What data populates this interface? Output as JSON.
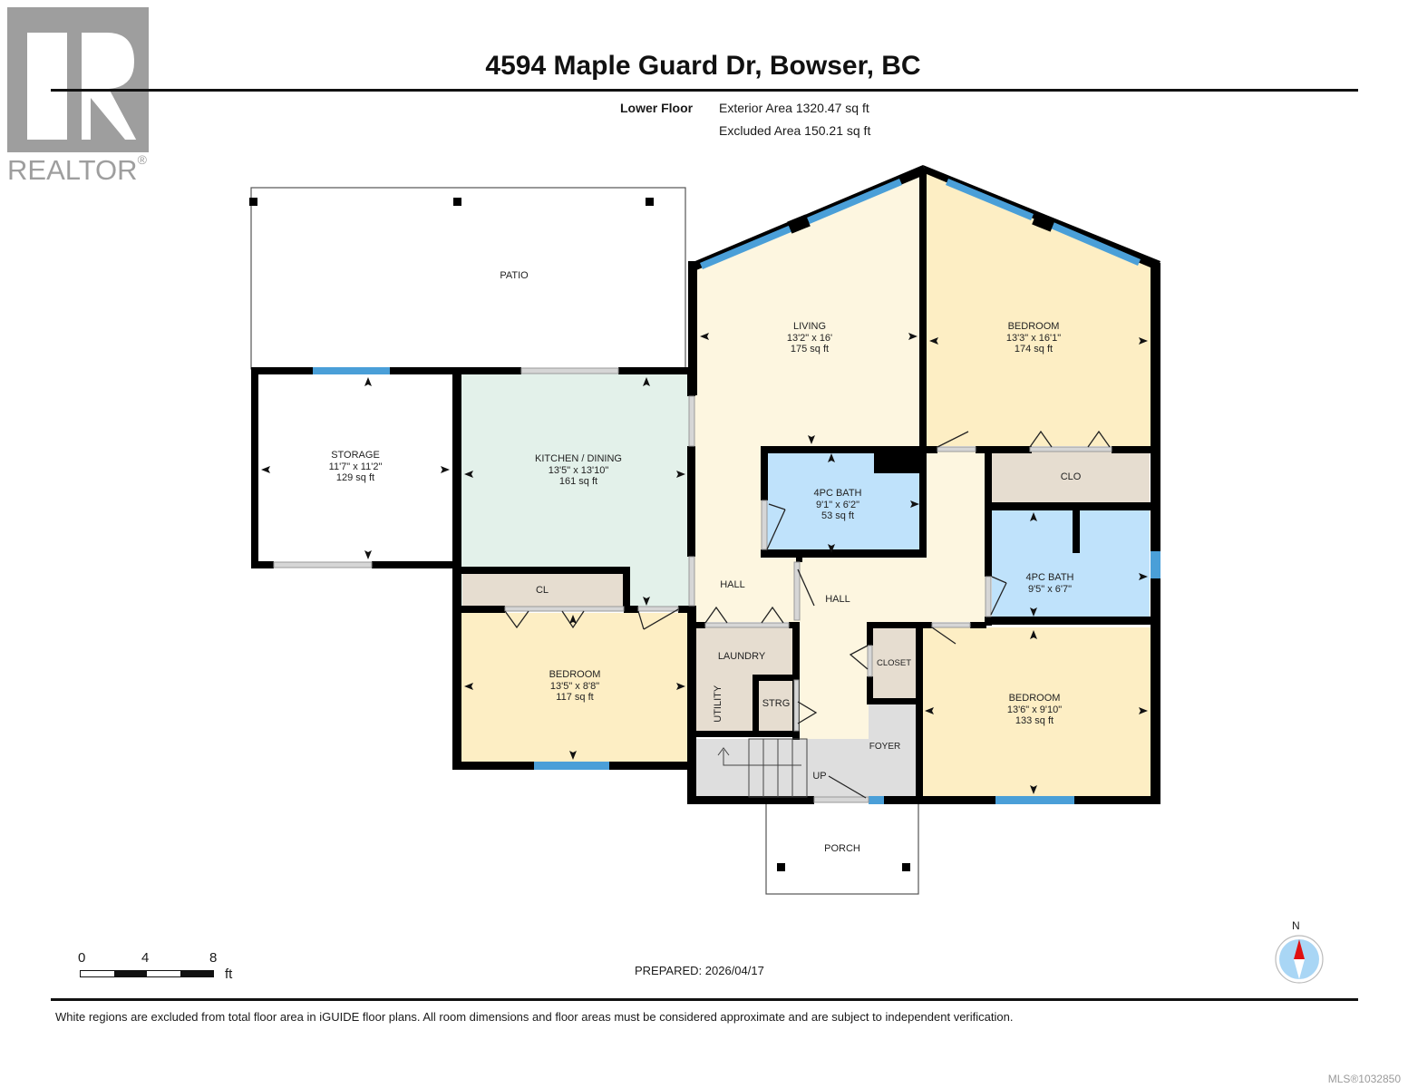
{
  "header": {
    "title": "4594 Maple Guard Dr, Bowser, BC",
    "floor_name": "Lower Floor",
    "exterior_area": "Exterior Area 1320.47 sq ft",
    "excluded_area": "Excluded Area 150.21 sq ft"
  },
  "logo": {
    "word": "REALTOR",
    "mark": "®"
  },
  "rooms": {
    "patio": {
      "name": "PATIO"
    },
    "storage": {
      "name": "STORAGE",
      "dim": "11'7\" x 11'2\"",
      "area": "129 sq ft"
    },
    "kitchen": {
      "name": "KITCHEN / DINING",
      "dim": "13'5\" x 13'10\"",
      "area": "161 sq ft"
    },
    "living": {
      "name": "LIVING",
      "dim": "13'2\" x 16'",
      "area": "175 sq ft"
    },
    "bedroom_ne": {
      "name": "BEDROOM",
      "dim": "13'3\" x 16'1\"",
      "area": "174 sq ft"
    },
    "bath_center": {
      "name": "4PC BATH",
      "dim": "9'1\" x 6'2\"",
      "area": "53 sq ft"
    },
    "clo": {
      "name": "CLO"
    },
    "bath_east": {
      "name": "4PC BATH",
      "dim": "9'5\" x 6'7\""
    },
    "cl": {
      "name": "CL"
    },
    "hall_west": {
      "name": "HALL"
    },
    "hall_center": {
      "name": "HALL"
    },
    "bedroom_sw": {
      "name": "BEDROOM",
      "dim": "13'5\" x 8'8\"",
      "area": "117 sq ft"
    },
    "laundry": {
      "name": "LAUNDRY"
    },
    "utility": {
      "name": "UTILITY"
    },
    "strg": {
      "name": "STRG"
    },
    "closet": {
      "name": "CLOSET"
    },
    "bedroom_se": {
      "name": "BEDROOM",
      "dim": "13'6\" x 9'10\"",
      "area": "133 sq ft"
    },
    "foyer": {
      "name": "FOYER"
    },
    "stairs": {
      "label": "UP"
    },
    "porch": {
      "name": "PORCH"
    }
  },
  "colors": {
    "wall": "#000000",
    "window": "#4a9fd8",
    "living_hall": "#fdf6e0",
    "bedroom": "#fdeec4",
    "kitchen": "#e3f1ea",
    "bath": "#bfe2fb",
    "closet": "#e6ddd0",
    "foyer": "#dedede",
    "excluded": "#ffffff",
    "compass_fill": "#a9d6f5",
    "compass_needle": "#e01010"
  },
  "scale": {
    "ticks": [
      "0",
      "4",
      "8"
    ],
    "unit": "ft"
  },
  "compass": {
    "label": "N"
  },
  "footer": {
    "prepared": "PREPARED: 2026/04/17",
    "disclaimer": "White regions are excluded from total floor area in iGUIDE floor plans. All room dimensions and floor areas must be considered approximate and are subject to independent verification.",
    "mls": "MLS®1032850"
  }
}
